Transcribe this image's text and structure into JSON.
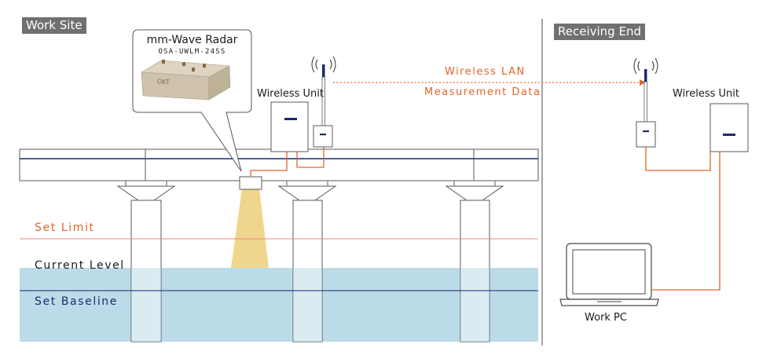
{
  "sections": {
    "work_site": "Work Site",
    "receiving_end": "Receiving End"
  },
  "radar": {
    "title": "mm-Wave Radar",
    "model": "OSA-UWLM-24SS",
    "device_logo": "OKT"
  },
  "devices": {
    "wireless_unit_site": "Wireless Unit",
    "wireless_unit_receiver": "Wireless Unit",
    "work_pc": "Work PC"
  },
  "link": {
    "line1": "Wireless LAN",
    "line2": "Measurement Data"
  },
  "levels": {
    "set_limit": "Set Limit",
    "current_level": "Current Level",
    "set_baseline": "Set Baseline"
  },
  "colors": {
    "accent_orange": "#e0662a",
    "water": "#bcdbe8",
    "baseline_navy": "#1c2a6e",
    "limit_line": "#f08a80",
    "beam": "#f0d68c",
    "tag_gray": "#707070"
  }
}
